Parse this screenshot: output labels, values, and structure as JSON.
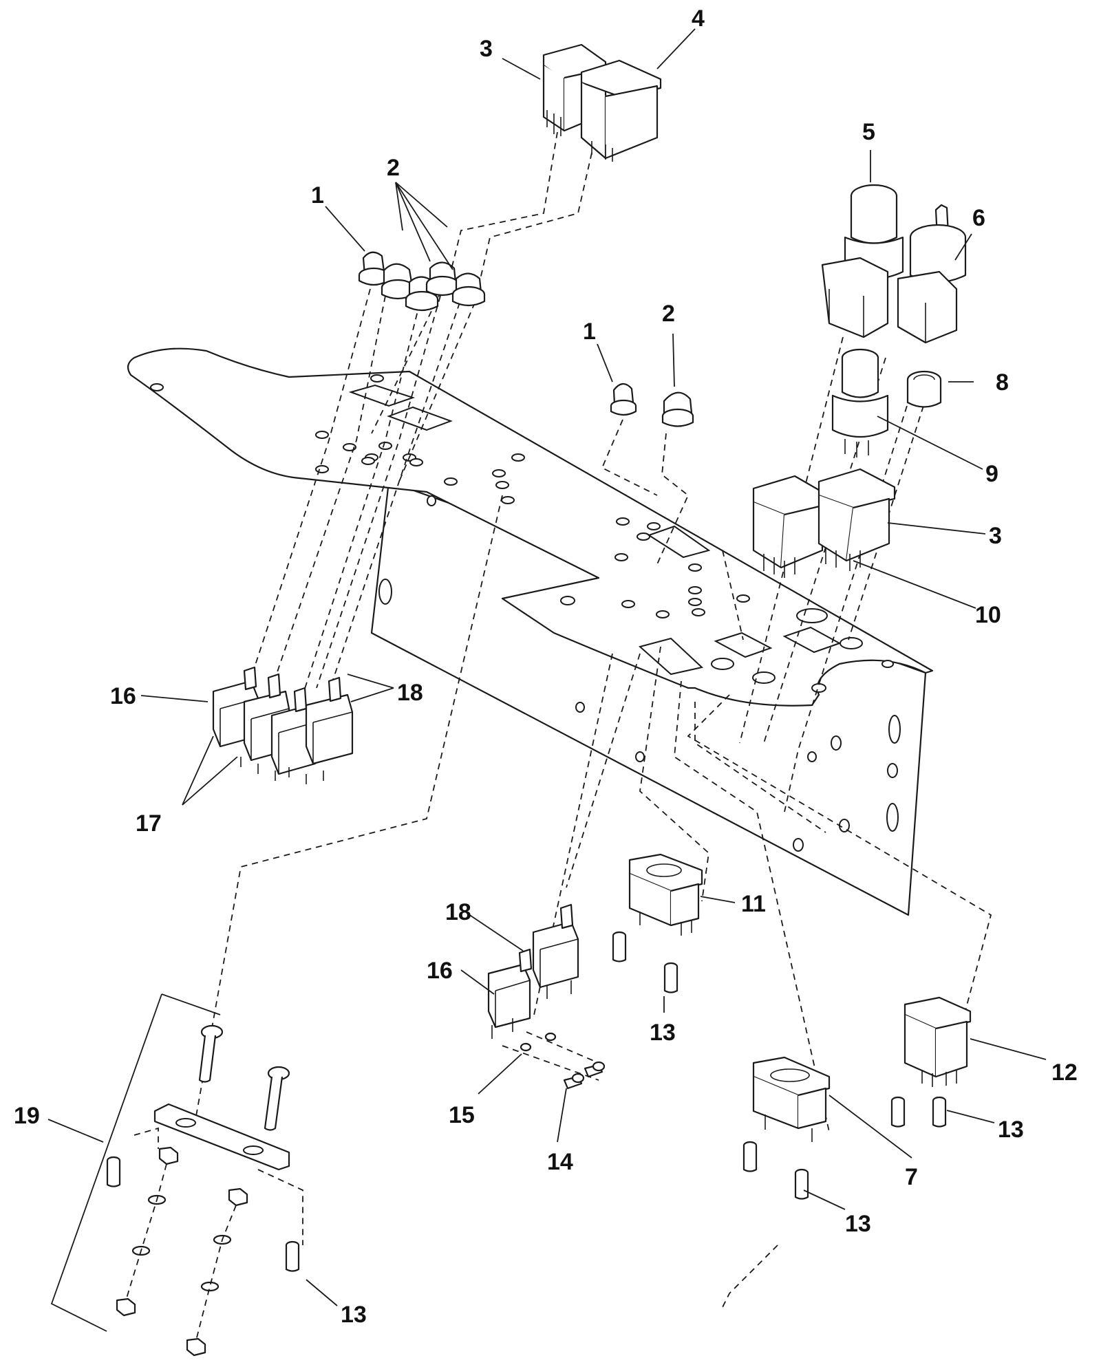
{
  "callouts": [
    "1",
    "2",
    "3",
    "4",
    "5",
    "6",
    "7",
    "8",
    "9",
    "10",
    "11",
    "12",
    "13",
    "14",
    "15",
    "16",
    "17",
    "18",
    "19"
  ]
}
